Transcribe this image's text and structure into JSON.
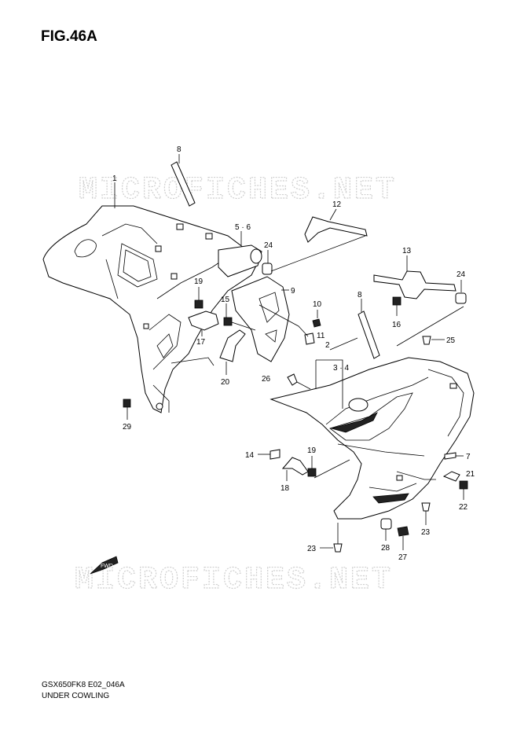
{
  "figure": {
    "title": "FIG.46A",
    "model_code": "GSX650FK8 E02_046A",
    "name": "UNDER COWLING",
    "watermark": "MICROFICHES.NET",
    "fwd_label": "FWD"
  },
  "callouts": {
    "p1": "1",
    "p2": "2",
    "p3_4": "3 · 4",
    "p5_6": "5 · 6",
    "p7": "7",
    "p8a": "8",
    "p8b": "8",
    "p9": "9",
    "p10": "10",
    "p11": "11",
    "p12": "12",
    "p13": "13",
    "p14": "14",
    "p15": "15",
    "p16": "16",
    "p17": "17",
    "p18": "18",
    "p19a": "19",
    "p19b": "19",
    "p20": "20",
    "p21": "21",
    "p22": "22",
    "p23a": "23",
    "p23b": "23",
    "p24a": "24",
    "p24b": "24",
    "p25": "25",
    "p26": "26",
    "p27": "27",
    "p28": "28",
    "p29": "29"
  }
}
